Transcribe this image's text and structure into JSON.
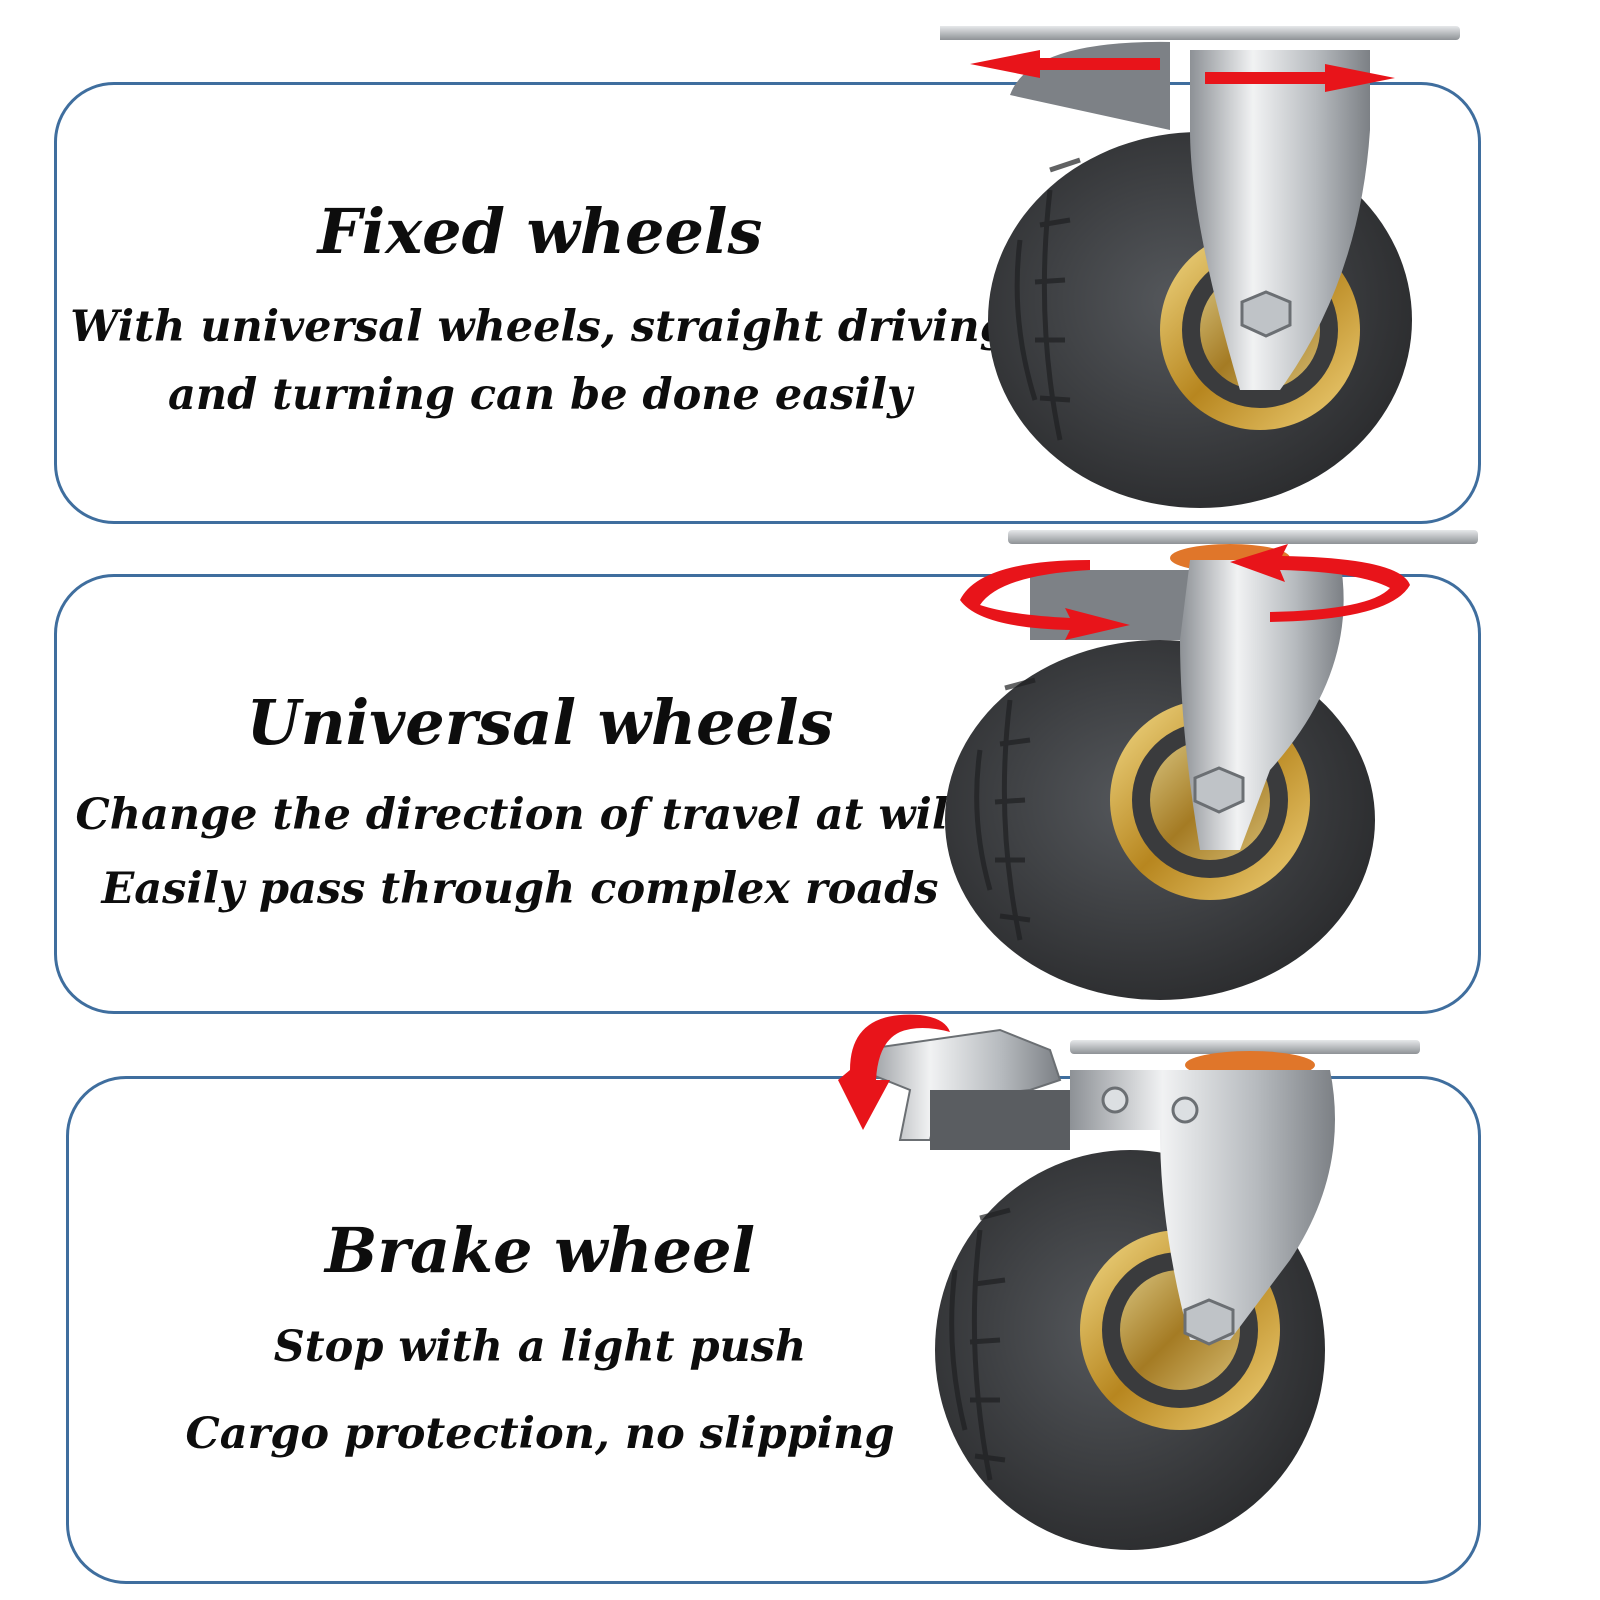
{
  "sections": [
    {
      "title": "Fixed wheels",
      "lines": [
        "With universal wheels,  straight driving",
        "and turning can be done easily"
      ],
      "image": "fixed-caster-wheel-icon"
    },
    {
      "title": "Universal wheels",
      "lines": [
        "Change the direction of travel at will",
        "Easily pass through complex roads"
      ],
      "image": "swivel-caster-wheel-icon"
    },
    {
      "title": "Brake wheel",
      "lines": [
        "Stop with a light push",
        "Cargo protection, no slipping"
      ],
      "image": "brake-caster-wheel-icon"
    }
  ],
  "colors": {
    "panel_border": "#3f6e9e",
    "text": "#0d0d0d",
    "arrow": "#e8141a",
    "tire": "#3b3d40",
    "hub_gold": "#c99a2e",
    "metal": "#c9ccd0"
  }
}
